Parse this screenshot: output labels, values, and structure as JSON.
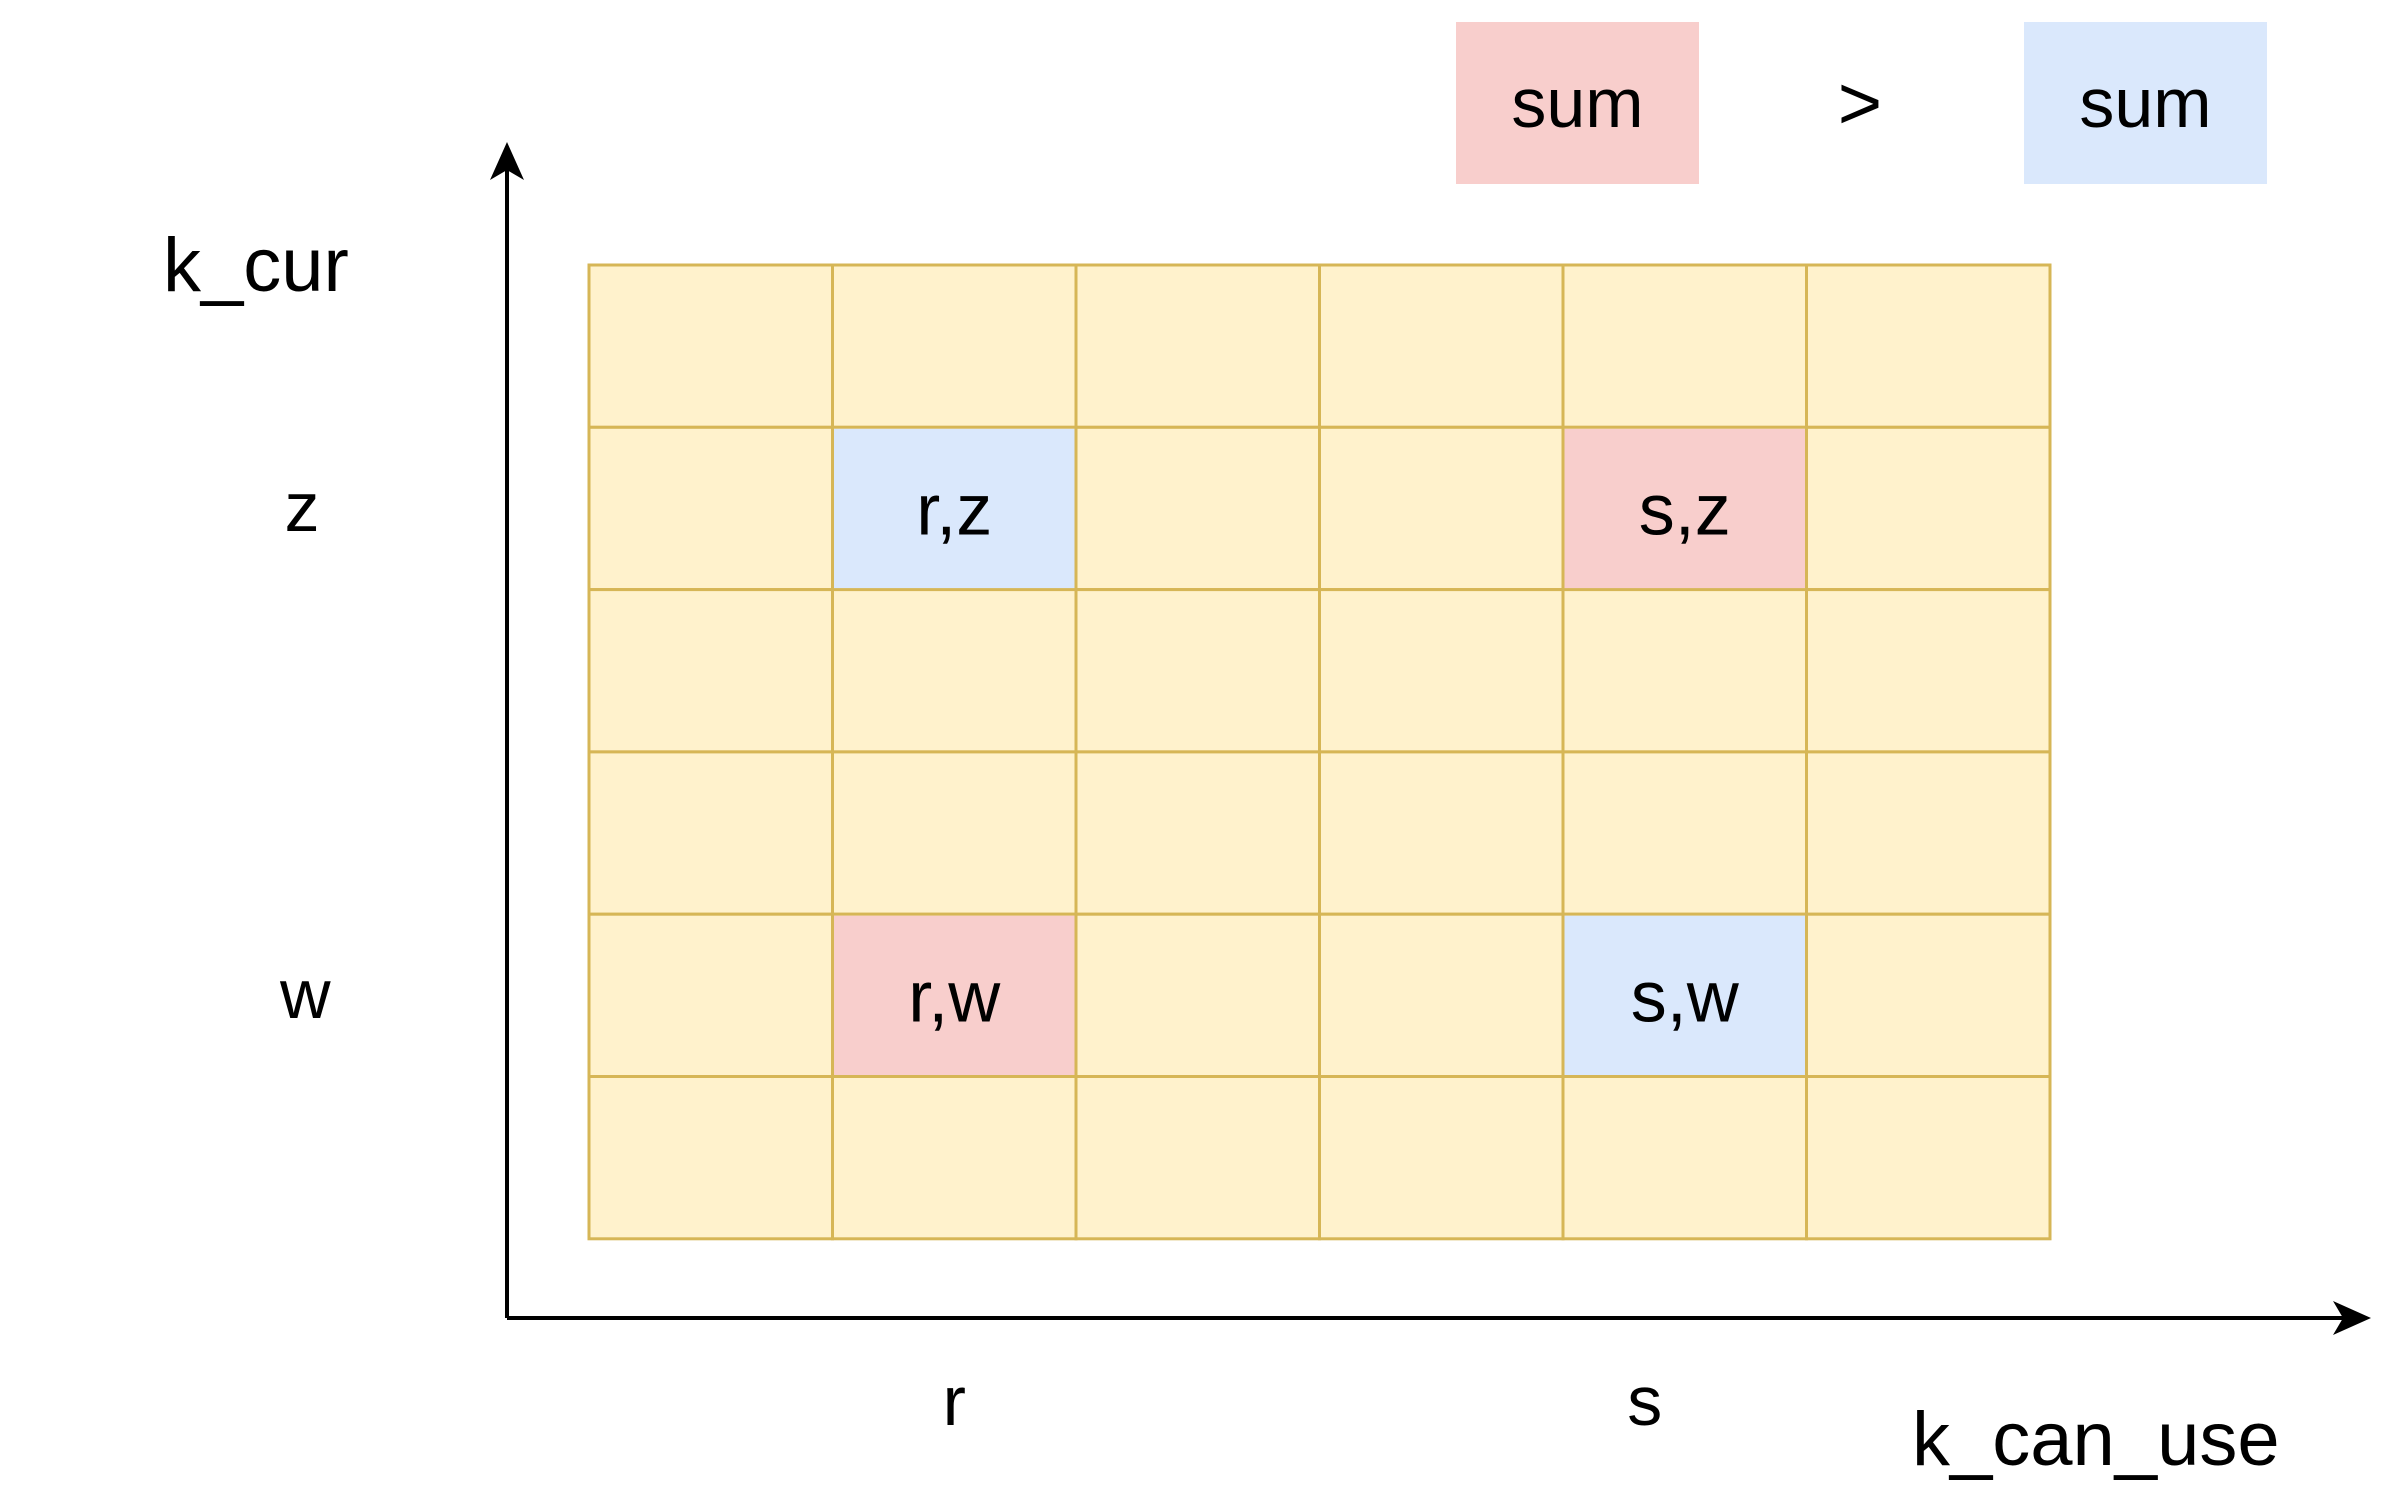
{
  "colors": {
    "grid_fill": "#fff2cc",
    "grid_stroke": "#d6b656",
    "highlight_red": "#f8cecc",
    "highlight_blue": "#dae8fc",
    "axis": "#000000"
  },
  "legend": {
    "left_label": "sum",
    "left_color": "red",
    "operator": ">",
    "right_label": "sum",
    "right_color": "blue"
  },
  "axes": {
    "y_title": "k_cur",
    "x_title": "k_can_use",
    "y_ticks": [
      {
        "label": "z",
        "row": 1
      },
      {
        "label": "w",
        "row": 4
      }
    ],
    "x_ticks": [
      {
        "label": "r",
        "col": 1
      },
      {
        "label": "s",
        "col": 4
      }
    ]
  },
  "grid": {
    "rows": 6,
    "cols": 6,
    "highlights": [
      {
        "row": 1,
        "col": 1,
        "text": "r,z",
        "color": "blue"
      },
      {
        "row": 1,
        "col": 4,
        "text": "s,z",
        "color": "red"
      },
      {
        "row": 4,
        "col": 1,
        "text": "r,w",
        "color": "red"
      },
      {
        "row": 4,
        "col": 4,
        "text": "s,w",
        "color": "blue"
      }
    ]
  }
}
